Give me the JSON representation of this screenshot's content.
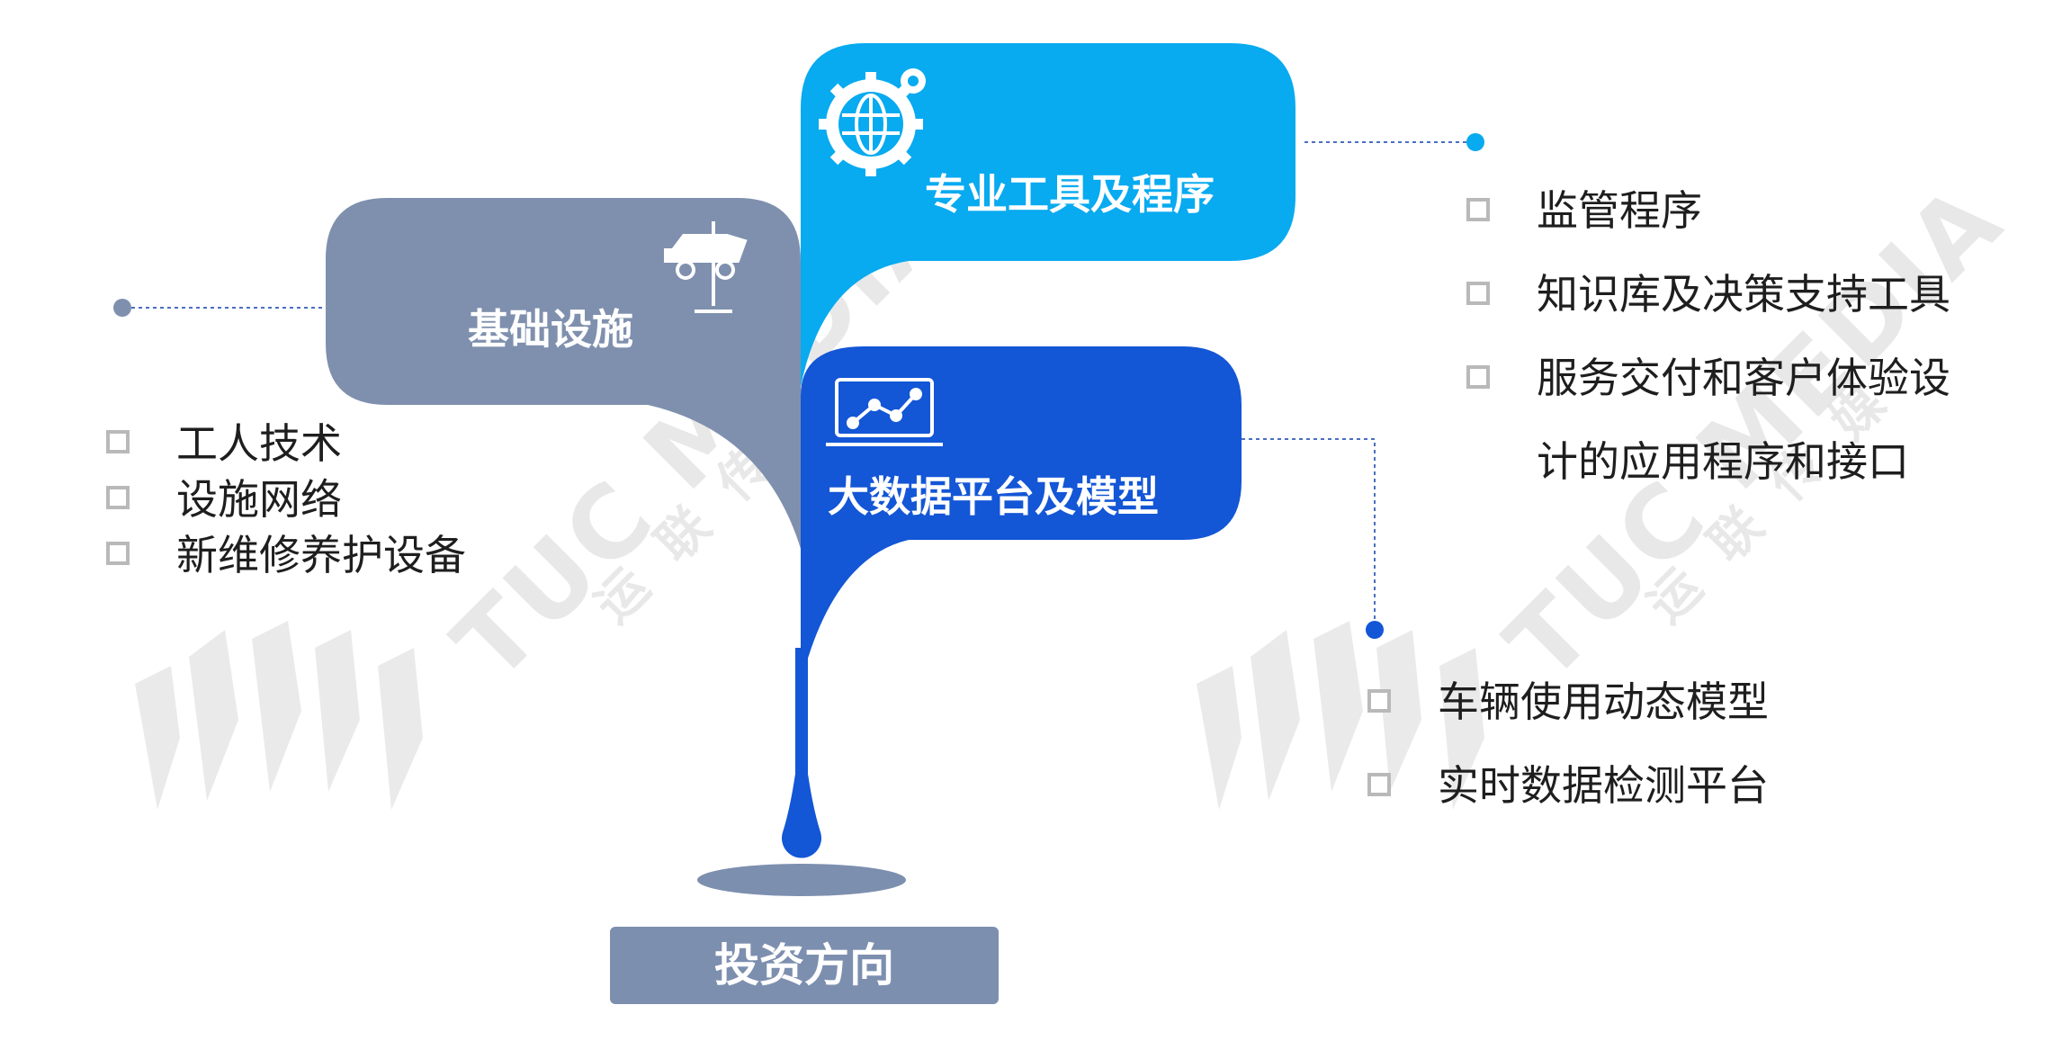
{
  "diagram": {
    "bottom_label": "投资方向",
    "petals": {
      "infrastructure": {
        "label": "基础设施",
        "color": "#7f90ae",
        "icon": "car-lift-icon"
      },
      "tools": {
        "label": "专业工具及程序",
        "color": "#08aaf0",
        "icon": "gear-globe-icon"
      },
      "bigdata": {
        "label": "大数据平台及模型",
        "color": "#1356d6",
        "icon": "chart-laptop-icon"
      }
    },
    "lists": {
      "infrastructure": [
        "工人技术",
        "设施网络",
        "新维修养护设备"
      ],
      "tools": [
        "监管程序",
        "知识库及决策支持工具",
        "服务交付和客户体验设",
        "计的应用程序和接口"
      ],
      "bigdata": [
        "车辆使用动态模型",
        "实时数据检测平台"
      ]
    },
    "watermark": {
      "brand": "TUC MEDIA",
      "sub": "运联传媒"
    },
    "colors": {
      "connector": "#4a6fc0",
      "checkbox": "#b9b9b9",
      "shadow": "#7d8faf"
    }
  }
}
